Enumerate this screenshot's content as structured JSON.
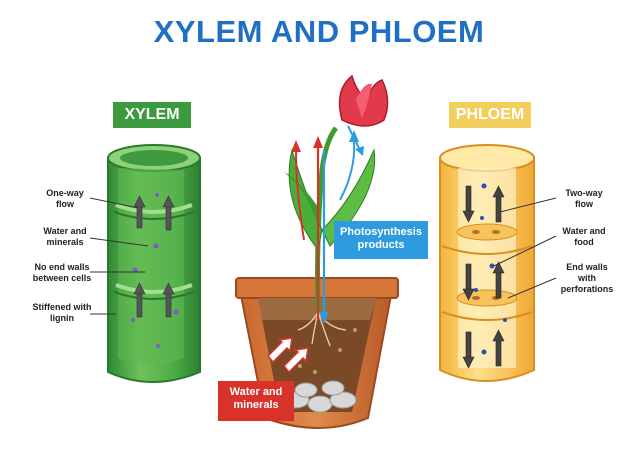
{
  "title": "XYLEM AND PHLOEM",
  "xylem": {
    "tag": "XYLEM",
    "labels": {
      "oneway_l1": "One-way",
      "oneway_l2": "flow",
      "water_l1": "Water and",
      "water_l2": "minerals",
      "noend_l1": "No end walls",
      "noend_l2": "between cells",
      "stiff_l1": "Stiffened with",
      "stiff_l2": "lignin"
    }
  },
  "phloem": {
    "tag": "PHLOEM",
    "labels": {
      "twoway_l1": "Two-way",
      "twoway_l2": "flow",
      "waterfood_l1": "Water and",
      "waterfood_l2": "food",
      "endwalls_l1": "End walls",
      "endwalls_l2": "with",
      "endwalls_l3": "perforations"
    }
  },
  "plant": {
    "photo_l1": "Photosynthesis",
    "photo_l2": "products",
    "water_l1": "Water and",
    "water_l2": "minerals"
  },
  "colors": {
    "title": "#1f6fc4",
    "xylem": "#3c9a3e",
    "phloem": "#f2cf5b",
    "photosynthesis": "#2e9be0",
    "water": "#d9322b"
  }
}
